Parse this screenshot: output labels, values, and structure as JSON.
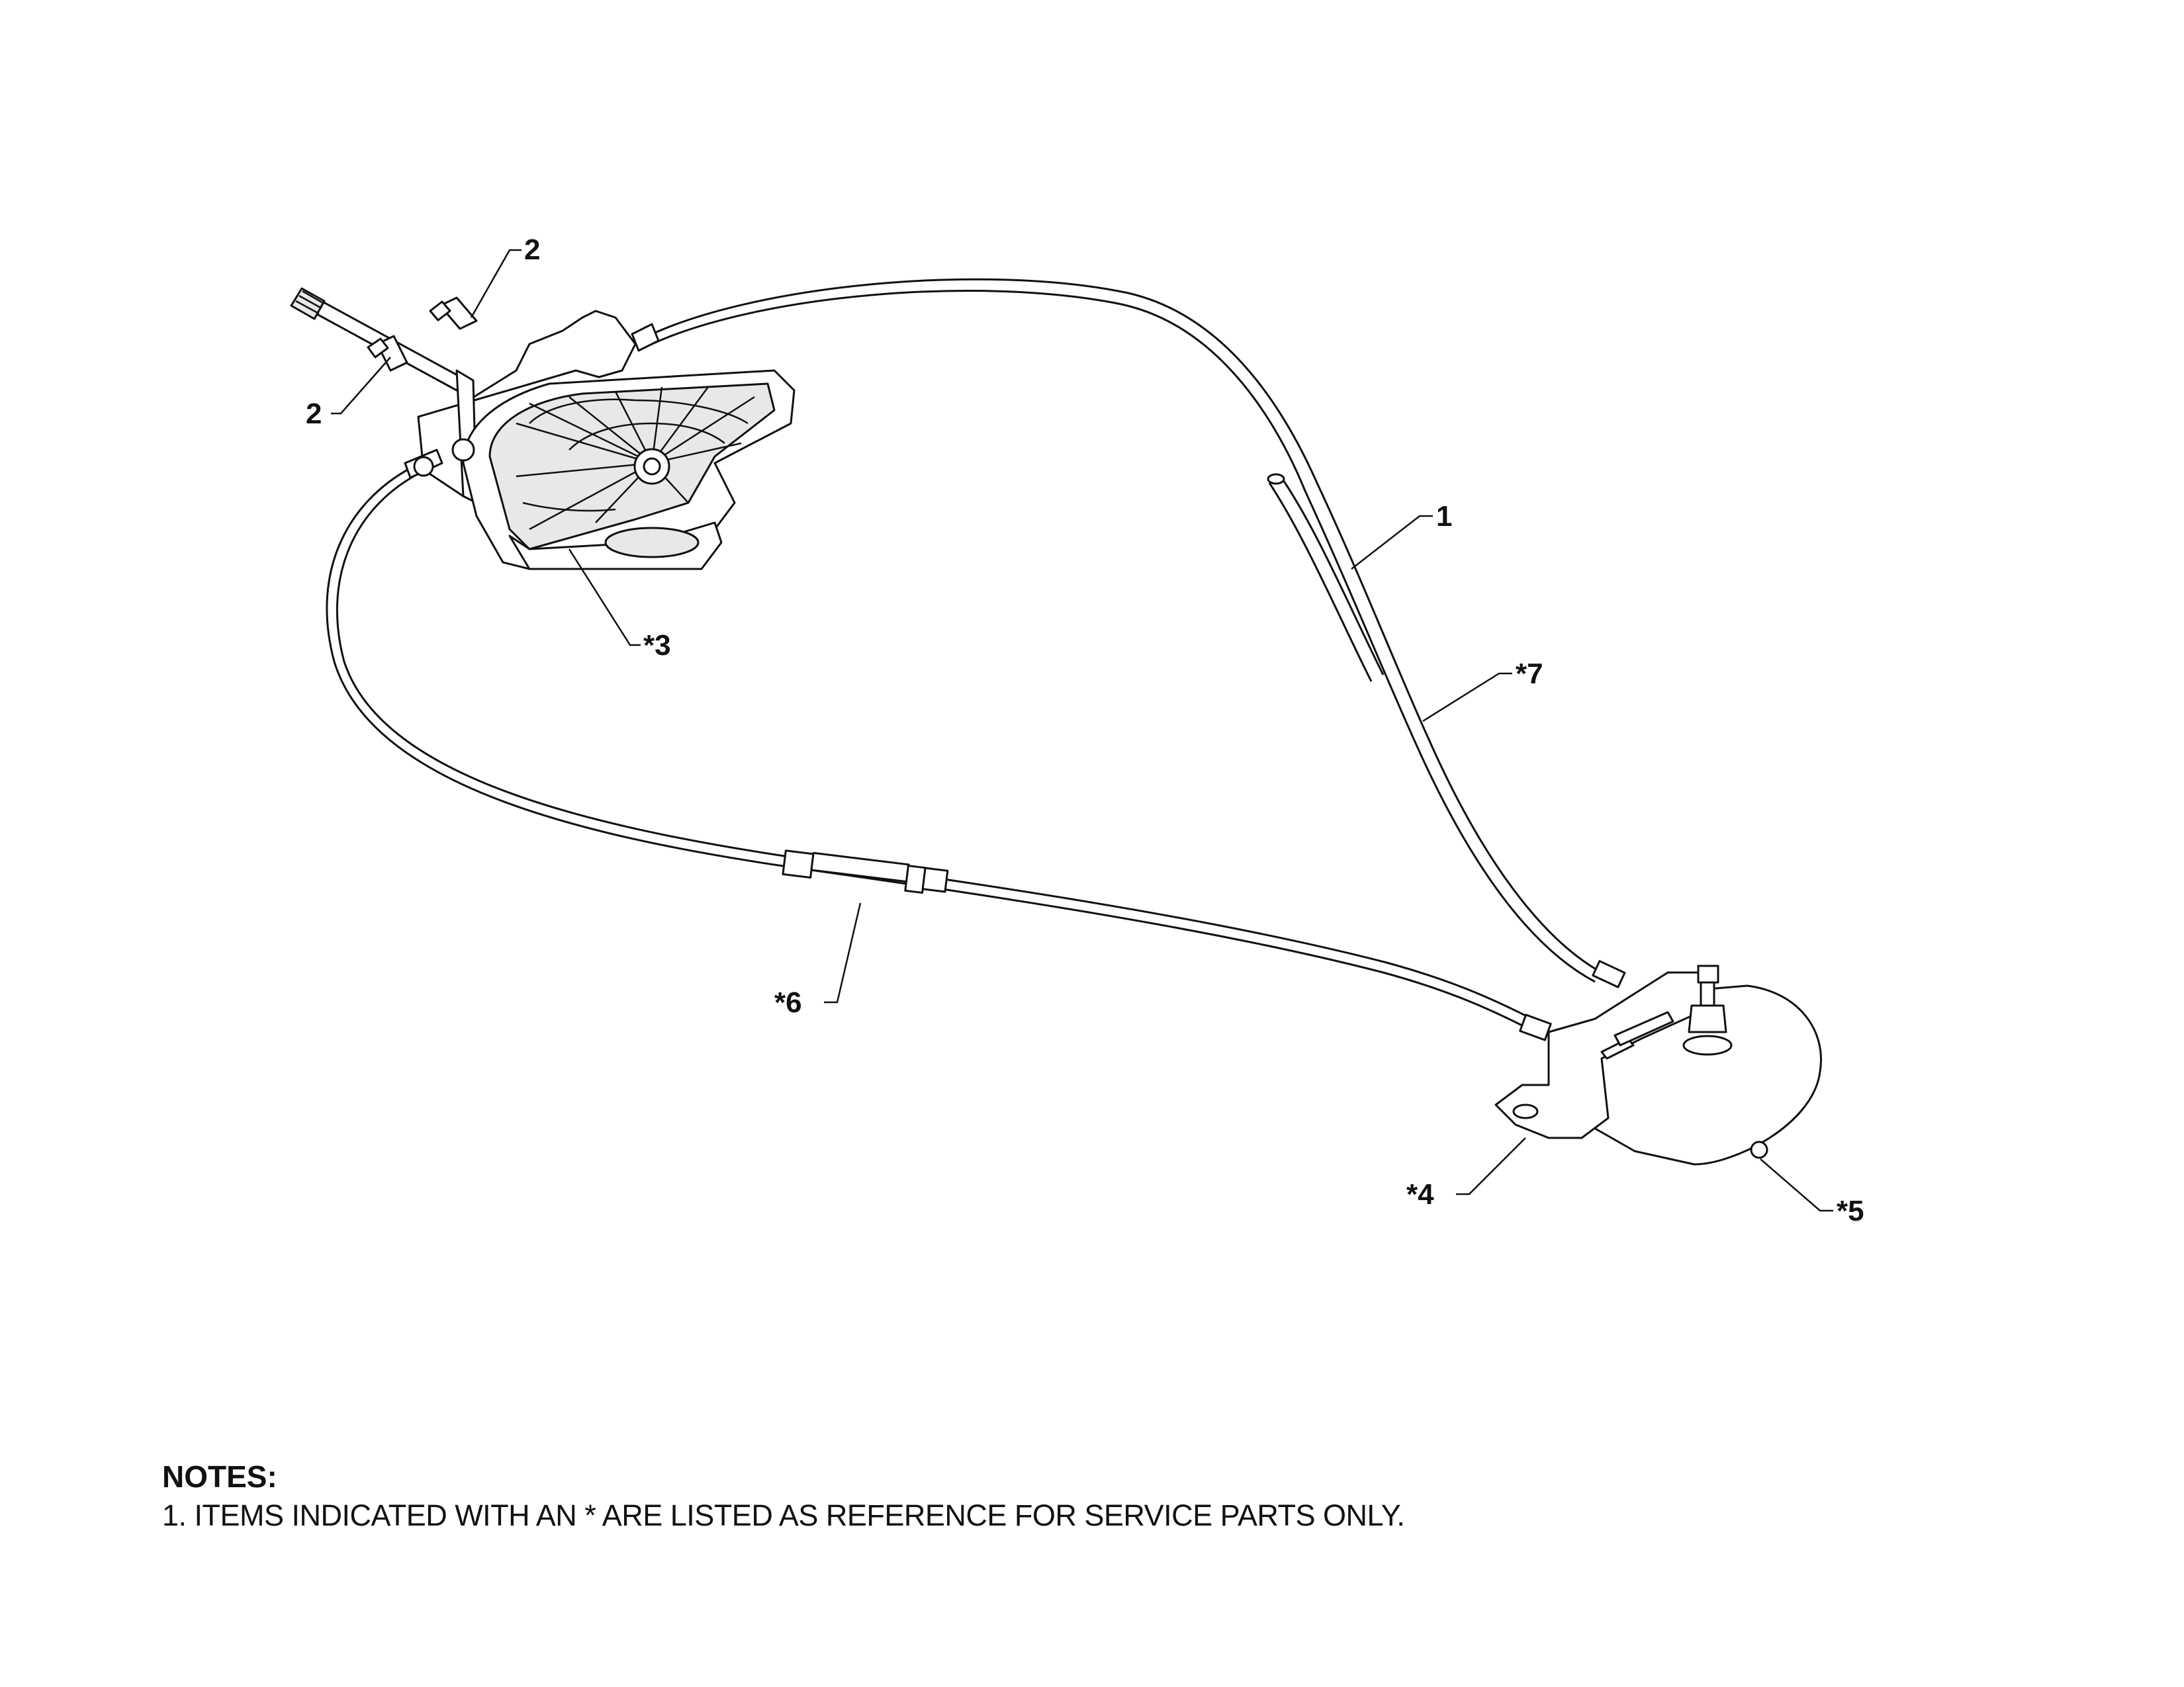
{
  "callouts": {
    "c1": "1",
    "c2a": "2",
    "c2b": "2",
    "c3": "*3",
    "c4": "*4",
    "c5": "*5",
    "c6": "*6",
    "c7": "*7"
  },
  "notes": {
    "title": "NOTES:",
    "items": [
      "1. ITEMS INDICATED WITH AN * ARE LISTED AS REFERENCE FOR SERVICE PARTS ONLY."
    ]
  }
}
